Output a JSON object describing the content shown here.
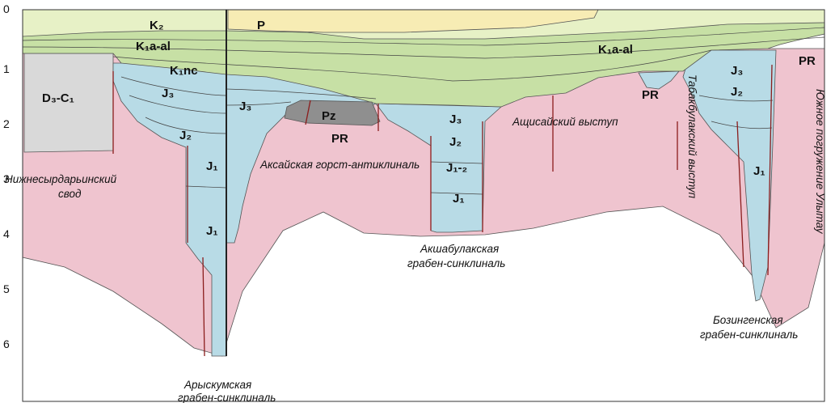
{
  "colors": {
    "K2": "#e7f1c6",
    "P": "#f7ecb4",
    "K1": "#c7e0a5",
    "jurassic": "#b8dbe6",
    "basement": "#efc4cf",
    "D3C1": "#d9d9d9",
    "Pz": "#8f8f8f"
  },
  "axis": {
    "ticks": [
      "0",
      "1",
      "2",
      "3",
      "4",
      "5",
      "6"
    ]
  },
  "units": {
    "K2": "K₂",
    "P": "P",
    "K1a_al_left": "K₁a-al",
    "K1a_al_right": "K₁a-al",
    "K1nc": "K₁nc",
    "D3C1": "D₃-C₁",
    "J3_a": "J₃",
    "J2_a": "J₂",
    "J1_a": "J₁",
    "J1_b": "J₁",
    "J3_b": "J₃",
    "Pz": "Pz",
    "PR_a": "PR",
    "J3_c": "J₃",
    "J2_c": "J₂",
    "J12_c": "J₁-₂",
    "J1_c": "J₁",
    "PR_b": "PR",
    "J3_d": "J₃",
    "J2_d": "J₂",
    "J1_d": "J₁",
    "PR_c": "PR"
  },
  "structures": {
    "svod_line1": "Нижнесырдарьинский",
    "svod_line2": "свод",
    "aksai": "Аксайская горст-антиклиналь",
    "ashchisai": "Ащисайский выступ",
    "akshabulak_line1": "Акшабулакская",
    "akshabulak_line2": "грабен-синклиналь",
    "aryskum_line1": "Арыскумская",
    "aryskum_line2": "грабен-синклиналь",
    "bozingen_line1": "Бозингенская",
    "bozingen_line2": "грабен-синклиналь",
    "tabakbulak": "Табакбулакский выступ",
    "ulytau": "Южное погружение Улытау"
  }
}
